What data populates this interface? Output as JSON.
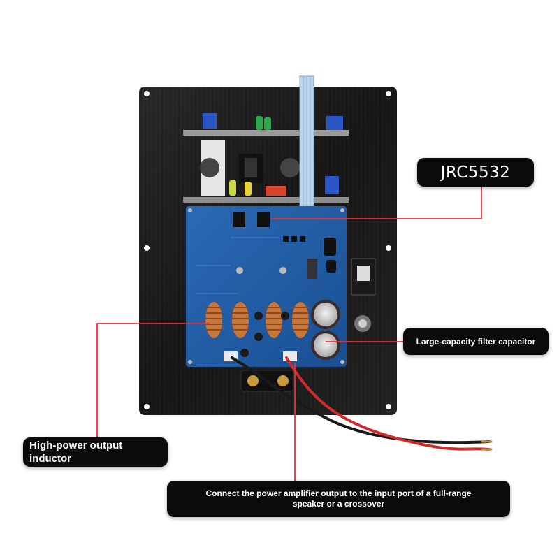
{
  "callouts": {
    "jrc": "JRC5532",
    "capacitor": "Large-capacity filter capacitor",
    "inductor_line1": "High-power output",
    "inductor_line2": "inductor",
    "output_line1": "Connect the power amplifier output to the input port of a full-range",
    "output_line2": "speaker or a crossover"
  },
  "colors": {
    "plate": "#1c1c1c",
    "pcb": "#1f5fa8",
    "leader": "#e8303a"
  }
}
